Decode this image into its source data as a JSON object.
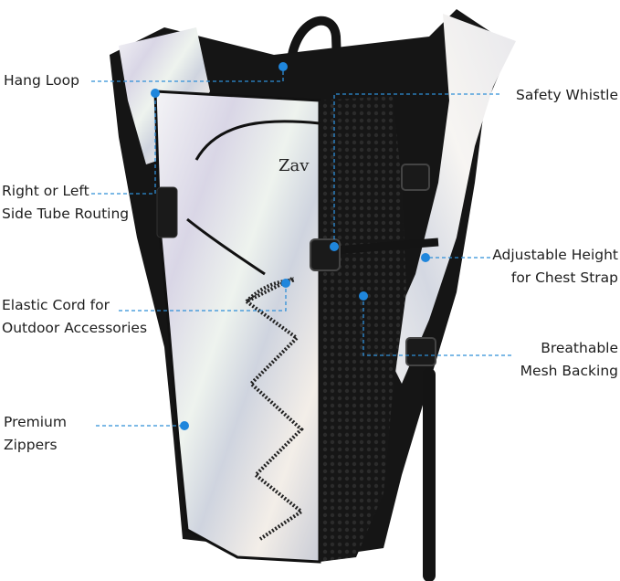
{
  "callouts": {
    "hang_loop": [
      "Hang Loop"
    ],
    "safety_whistle": [
      "Safety Whistle"
    ],
    "side_tube_routing": [
      "Right or Left",
      "Side Tube Routing"
    ],
    "chest_strap": [
      "Adjustable Height",
      "for Chest Strap"
    ],
    "elastic_cord": [
      "Elastic Cord for",
      "Outdoor Accessories"
    ],
    "mesh_backing": [
      "Breathable",
      "Mesh Backing"
    ],
    "zippers": [
      "Premium",
      "Zippers"
    ]
  },
  "product": {
    "logo_text": "Zav"
  },
  "colors": {
    "leader_line": "#2f8fd8",
    "dot": "#1f86dc",
    "strap": "#141414"
  }
}
